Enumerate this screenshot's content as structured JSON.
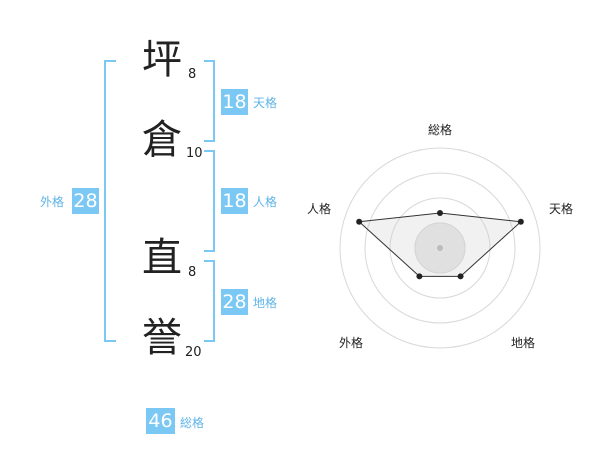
{
  "name": {
    "chars": [
      {
        "char": "坪",
        "strokes": "8"
      },
      {
        "char": "倉",
        "strokes": "10"
      },
      {
        "char": "直",
        "strokes": "8"
      },
      {
        "char": "誉",
        "strokes": "20"
      }
    ]
  },
  "kaku": {
    "tenkaku": {
      "value": "18",
      "label": "天格"
    },
    "jinkaku": {
      "value": "18",
      "label": "人格"
    },
    "chikaku": {
      "value": "28",
      "label": "地格"
    },
    "gaikaku": {
      "value": "28",
      "label": "外格"
    },
    "soukaku": {
      "value": "46",
      "label": "総格"
    }
  },
  "chart_data": {
    "type": "radar",
    "axes": [
      "総格",
      "天格",
      "地格",
      "外格",
      "人格"
    ],
    "levels": 4,
    "values": [
      0.35,
      0.85,
      0.35,
      0.35,
      0.85
    ]
  }
}
